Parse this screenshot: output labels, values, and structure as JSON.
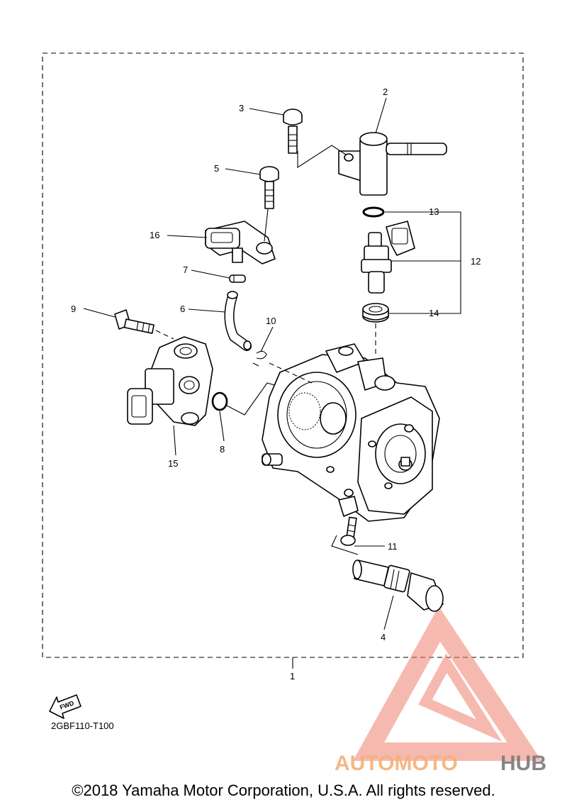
{
  "diagram": {
    "callouts": {
      "c1": "1",
      "c2": "2",
      "c3": "3",
      "c4": "4",
      "c5": "5",
      "c6": "6",
      "c7": "7",
      "c8": "8",
      "c9": "9",
      "c10": "10",
      "c11": "11",
      "c12": "12",
      "c13": "13",
      "c14": "14",
      "c15": "15",
      "c16": "16"
    },
    "fwd_label": "FWD",
    "figure_code": "2GBF110-T100"
  },
  "watermark": {
    "brand_part1": "AUTOMOTO",
    "brand_part2": "HUB",
    "color_primary": "#f5a08a",
    "color_secondary": "#e8584a",
    "color_hub": "#6e6e6e"
  },
  "footer": {
    "copyright": "©2018 Yamaha Motor Corporation, U.S.A. All rights reserved."
  }
}
